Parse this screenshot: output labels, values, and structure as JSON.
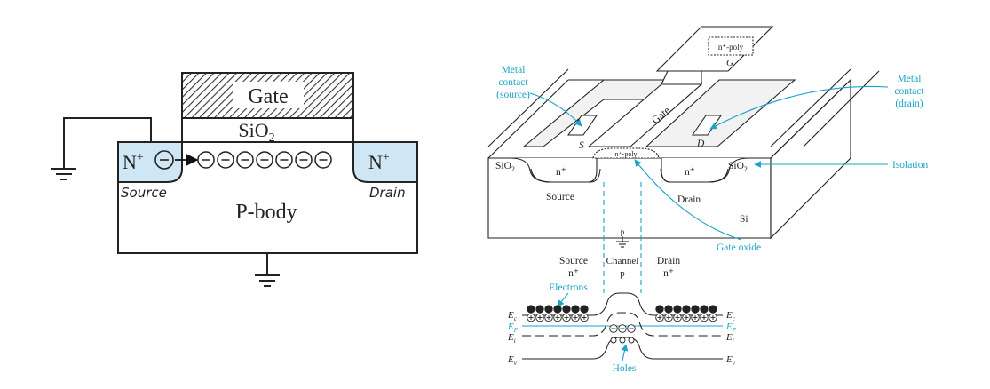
{
  "left_diagram": {
    "gate_label": "Gate",
    "oxide_label": "SiO",
    "oxide_sub": "2",
    "n_plus_left": "N",
    "n_plus_left_sup": "+",
    "n_plus_right": "N",
    "n_plus_right_sup": "+",
    "source_label": "Source",
    "drain_label": "Drain",
    "body_label": "P-body",
    "electron_glyph": "−",
    "colors": {
      "n_region": "#cfe6f5",
      "outline": "#222222",
      "hatch": "#333333"
    }
  },
  "right_diagram": {
    "labels": {
      "metal_contact_source": [
        "Metal",
        "contact",
        "(source)"
      ],
      "metal_contact_drain": [
        "Metal",
        "contact",
        "(drain)"
      ],
      "gate": "Gate",
      "g_pad": "G",
      "n_poly_top": "n⁺-poly",
      "n_poly_channel": "n⁺-poly",
      "s_contact": "S",
      "d_contact": "D",
      "sio2_left": "SiO",
      "sio2_left_sub": "2",
      "sio2_right": "SiO",
      "sio2_right_sub": "2",
      "n_plus_left": "n⁺",
      "n_plus_right": "n⁺",
      "source": "Source",
      "drain": "Drain",
      "si": "Si",
      "isolation": "Isolation",
      "gate_oxide": "Gate oxide",
      "p": "p"
    },
    "band": {
      "source_header": "Source",
      "source_type": "n⁺",
      "channel_header": "Channel",
      "channel_type": "p",
      "drain_header": "Drain",
      "drain_type": "n⁺",
      "electrons": "Electrons",
      "holes": "Holes",
      "ec_left": "E",
      "ec_left_sub": "c",
      "ef_left": "E",
      "ef_left_sub": "F",
      "ei_left": "E",
      "ei_left_sub": "i",
      "ev_left": "E",
      "ev_left_sub": "v",
      "ec_right": "E",
      "ec_right_sub": "c",
      "ef_right": "E",
      "ef_right_sub": "F",
      "ei_right": "E",
      "ei_right_sub": "i",
      "ev_right": "E",
      "ev_right_sub": "v"
    },
    "colors": {
      "accent": "#1aa3c8",
      "line": "#222222"
    }
  }
}
